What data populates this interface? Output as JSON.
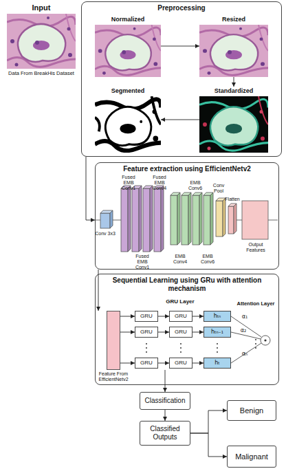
{
  "diagram": {
    "nodes": [
      {
        "text": [
          "Input",
          "Data From BreakHis Dataset"
        ]
      },
      {
        "text": [
          "Preprocessing"
        ]
      },
      {
        "text": [
          "Normalized"
        ],
        "in": 1
      },
      {
        "text": [
          "Resized"
        ],
        "in": 1
      },
      {
        "text": [
          "Standardized"
        ],
        "in": 1
      },
      {
        "text": [
          "Segmented"
        ],
        "in": 1
      },
      {
        "text": [
          "Feature extraction using EfficientNetv2"
        ]
      },
      {
        "text": [
          "Sequential Learning using GRu with attention mechanism"
        ]
      },
      {
        "text": [
          "Feature From EfficientNetv2"
        ],
        "in": 7
      },
      {
        "text": [
          "GRU"
        ],
        "in": 7
      },
      {
        "text": [
          "GRU"
        ],
        "in": 7
      },
      {
        "text": [
          "hₜₙ"
        ],
        "in": 7
      },
      {
        "text": [
          "GRU"
        ],
        "in": 7
      },
      {
        "text": [
          "GRU"
        ],
        "in": 7
      },
      {
        "text": [
          "hₜₙ₋₁"
        ],
        "in": 7
      },
      {
        "text": [
          "GRU"
        ],
        "in": 7
      },
      {
        "text": [
          "GRU"
        ],
        "in": 7
      },
      {
        "text": [
          "hₜ"
        ],
        "in": 7
      },
      {
        "text": [
          "Classification"
        ]
      },
      {
        "text": [
          "Classified Outputs"
        ]
      },
      {
        "text": [
          "Benign"
        ]
      },
      {
        "text": [
          "Malignant"
        ]
      }
    ],
    "edges": [
      {
        "from": 2,
        "to": 3,
        "arrow": "to"
      },
      {
        "from": 3,
        "to": 4,
        "arrow": "to"
      },
      {
        "from": 4,
        "to": 5,
        "arrow": "to"
      },
      {
        "from": 1,
        "to": 6,
        "arrow": "to"
      },
      {
        "from": 6,
        "to": 7,
        "arrow": "to"
      },
      {
        "from": 8,
        "to": 9,
        "arrow": "to"
      },
      {
        "from": 9,
        "to": 10,
        "arrow": "to"
      },
      {
        "from": 10,
        "to": 11,
        "arrow": "to"
      },
      {
        "from": 8,
        "to": 12,
        "arrow": "to"
      },
      {
        "from": 12,
        "to": 13,
        "arrow": "to"
      },
      {
        "from": 13,
        "to": 14,
        "arrow": "to"
      },
      {
        "from": 8,
        "to": 15,
        "arrow": "to"
      },
      {
        "from": 15,
        "to": 16,
        "arrow": "to"
      },
      {
        "from": 16,
        "to": 17,
        "arrow": "to"
      },
      {
        "from": 7,
        "to": 18,
        "arrow": "to"
      },
      {
        "from": 18,
        "to": 19,
        "arrow": "to"
      },
      {
        "from": 19,
        "to": 20,
        "arrow": "to"
      },
      {
        "from": 19,
        "to": 21,
        "arrow": "to"
      }
    ],
    "labels": [
      "Conv 3x3",
      "Fused EMB Conv1",
      "Fused EMB Conv4",
      "Fused EMB Conv1",
      "EMB Conv4",
      "EMB Conv6",
      "EMB Conv6",
      "Conv Pool",
      "Flatten",
      "Output Features",
      "GRU Layer",
      "Attention Layer",
      "α₁",
      "α₂",
      "αₙ"
    ]
  }
}
